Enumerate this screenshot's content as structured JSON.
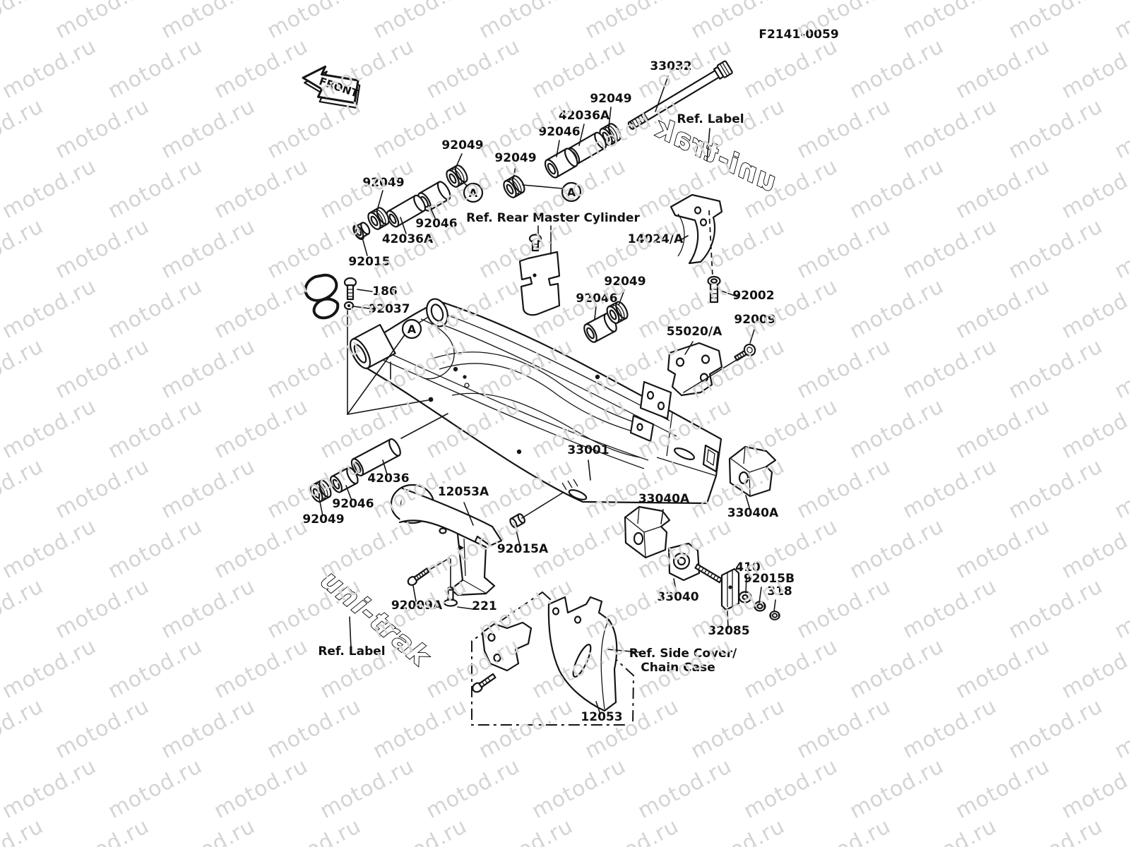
{
  "doc_code": {
    "text": "F2141-0059"
  },
  "front_marker": {
    "text": "FRONT"
  },
  "watermark": {
    "text": "motod.ru"
  },
  "logo": {
    "text": "uni-trak"
  },
  "markers": [
    {
      "label": "A"
    },
    {
      "label": "A"
    },
    {
      "label": "A"
    }
  ],
  "labels": [
    {
      "text": "33032"
    },
    {
      "text": "92049"
    },
    {
      "text": "42036A"
    },
    {
      "text": "92046"
    },
    {
      "text": "92049"
    },
    {
      "text": "92049"
    },
    {
      "text": "Ref. Label"
    },
    {
      "text": "92049"
    },
    {
      "text": "92046"
    },
    {
      "text": "42036A"
    },
    {
      "text": "92015"
    },
    {
      "text": "186"
    },
    {
      "text": "92037"
    },
    {
      "text": "Ref. Rear Master Cylinder"
    },
    {
      "text": "14024/A"
    },
    {
      "text": "92002"
    },
    {
      "text": "92049"
    },
    {
      "text": "92046"
    },
    {
      "text": "55020/A"
    },
    {
      "text": "92009"
    },
    {
      "text": "33001"
    },
    {
      "text": "42036"
    },
    {
      "text": "92046"
    },
    {
      "text": "92049"
    },
    {
      "text": "12053A"
    },
    {
      "text": "92015A"
    },
    {
      "text": "33040A"
    },
    {
      "text": "33040A"
    },
    {
      "text": "33040"
    },
    {
      "text": "410"
    },
    {
      "text": "92015B"
    },
    {
      "text": "318"
    },
    {
      "text": "32085"
    },
    {
      "text": "92009A"
    },
    {
      "text": "221"
    },
    {
      "text": "Ref. Label"
    },
    {
      "text": "Ref. Side Cover/"
    },
    {
      "text": "Chain Case"
    },
    {
      "text": "12053"
    },
    {
      "text": "F2141-0059"
    }
  ]
}
